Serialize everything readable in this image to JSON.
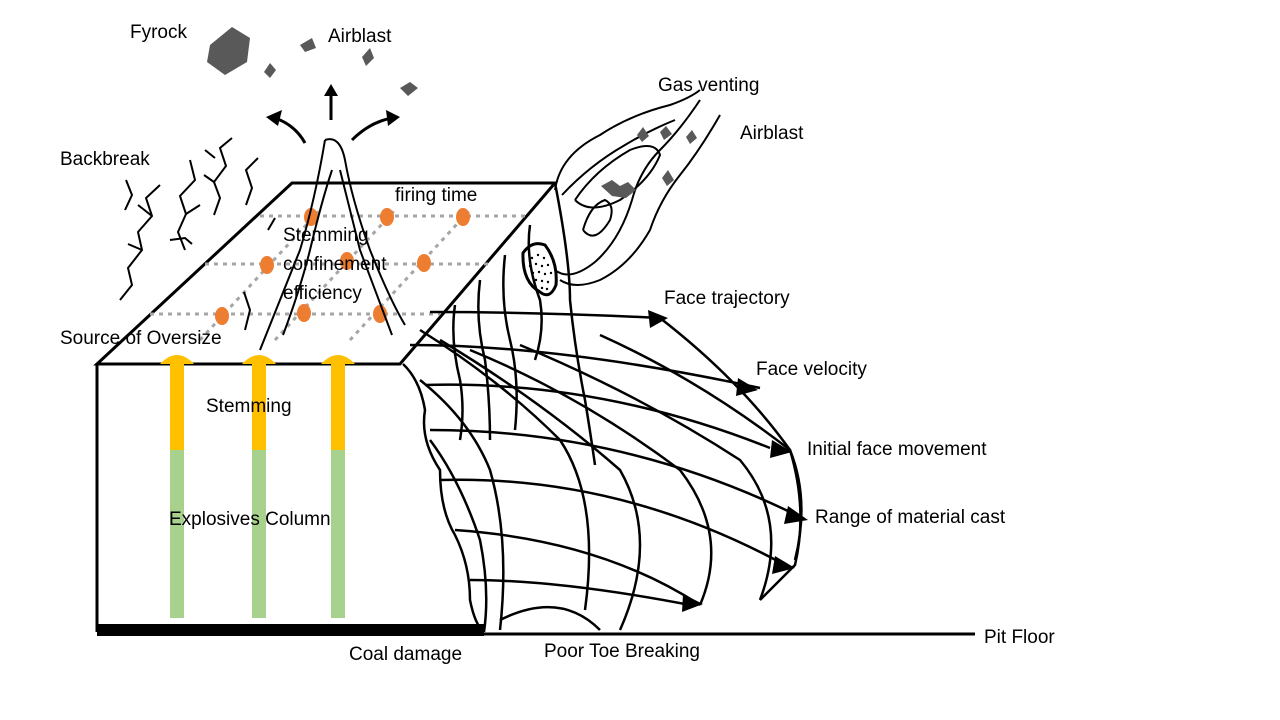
{
  "labels": {
    "fyrock": "Fyrock",
    "airblast_top": "Airblast",
    "gas_venting": "Gas venting",
    "airblast_right": "Airblast",
    "backbreak": "Backbreak",
    "firing_time": "firing time",
    "stemming_confinement_line1": "Stemming",
    "stemming_confinement_line2": "confinement",
    "stemming_confinement_line3": "efficiency",
    "source_of_oversize": "Source of Oversize",
    "face_trajectory": "Face trajectory",
    "face_velocity": "Face velocity",
    "initial_face_movement": "Initial face movement",
    "range_of_material_cast": "Range of material cast",
    "stemming": "Stemming",
    "explosives_column": "Explosives Column",
    "pit_floor": "Pit Floor",
    "coal_damage": "Coal damage",
    "poor_toe_breaking": "Poor Toe Breaking"
  },
  "colors": {
    "stemming": "#FFC000",
    "explosives": "#A9D18E",
    "firing_dots": "#ED7D31",
    "grid": "#A6A6A6",
    "rock": "#595959",
    "line": "#000000"
  }
}
